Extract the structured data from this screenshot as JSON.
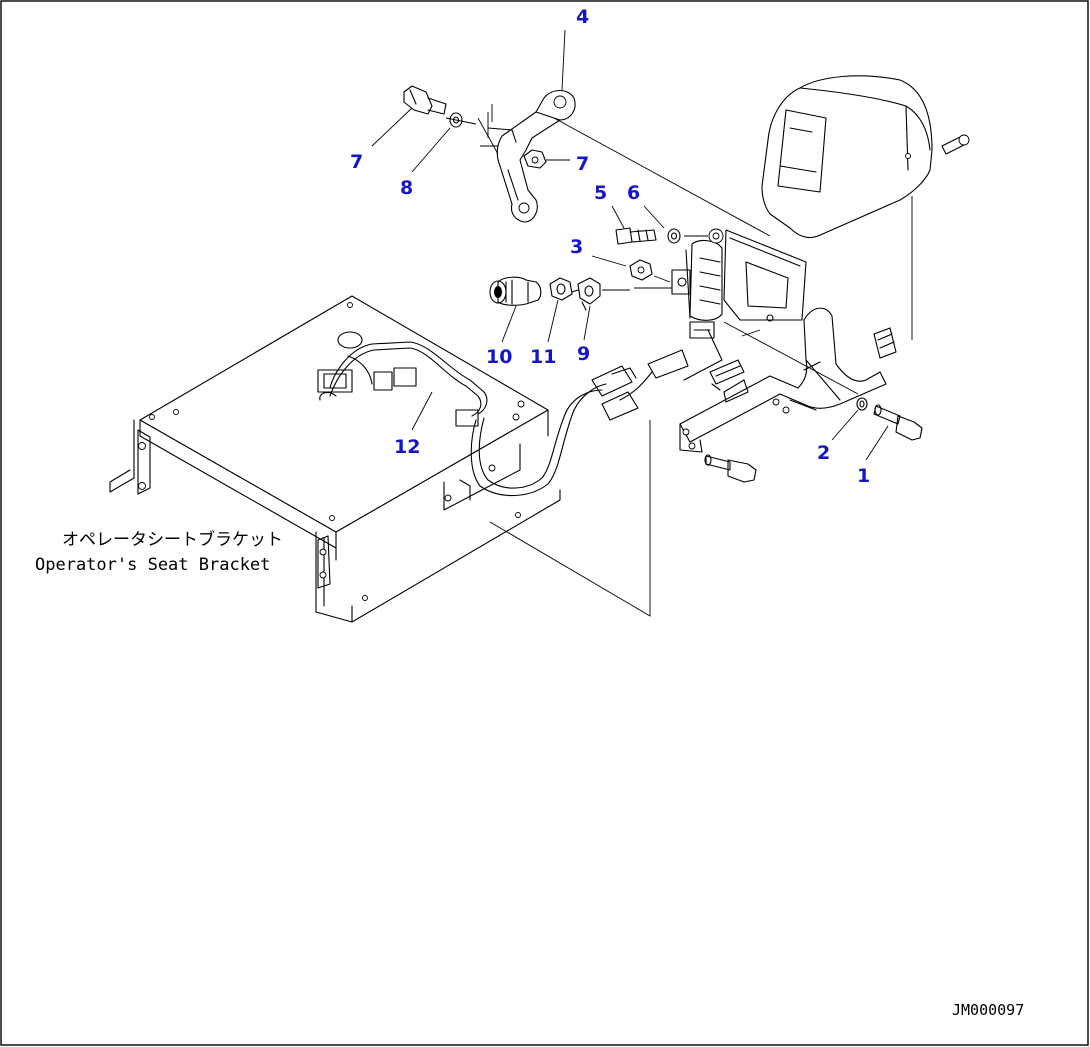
{
  "callouts": [
    {
      "id": "1",
      "label": "1"
    },
    {
      "id": "2",
      "label": "2"
    },
    {
      "id": "3",
      "label": "3"
    },
    {
      "id": "4",
      "label": "4"
    },
    {
      "id": "5",
      "label": "5"
    },
    {
      "id": "6",
      "label": "6"
    },
    {
      "id": "7a",
      "label": "7"
    },
    {
      "id": "7b",
      "label": "7"
    },
    {
      "id": "8",
      "label": "8"
    },
    {
      "id": "9",
      "label": "9"
    },
    {
      "id": "10",
      "label": "10"
    },
    {
      "id": "11",
      "label": "11"
    },
    {
      "id": "12",
      "label": "12"
    }
  ],
  "caption": {
    "japanese": "オペレータシートブラケット",
    "english": "Operator's Seat Bracket"
  },
  "drawing_code": "JM000097",
  "colors": {
    "callout": "#1515c8",
    "line": "#000000",
    "background": "#ffffff"
  }
}
